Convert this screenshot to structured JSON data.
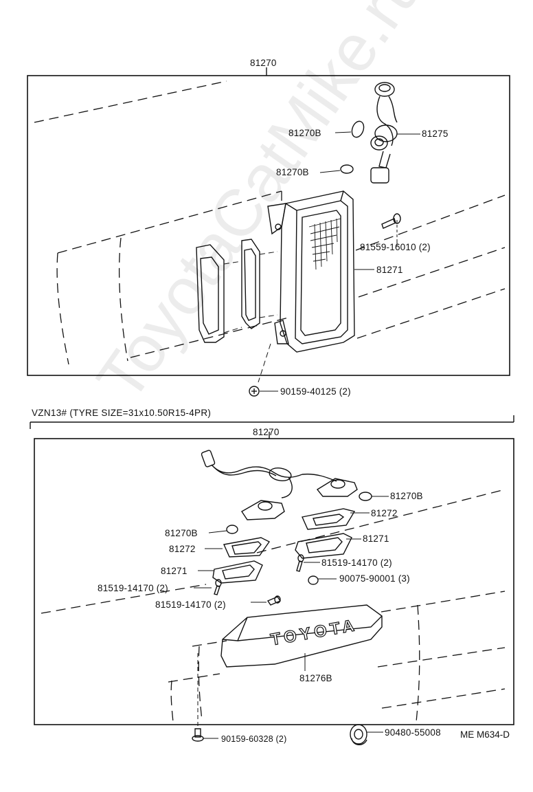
{
  "top_section": {
    "assembly_label": "81270",
    "parts": {
      "bulb_upper": "81270B",
      "bulb_lower": "81270B",
      "socket_cord": "81275",
      "screw": "81559-16010 (2)",
      "lens": "81271",
      "bottom_screw": "90159-40125 (2)"
    }
  },
  "bottom_section": {
    "title": "VZN13# (TYRE  SIZE=31x10.50R15-4PR)",
    "assembly_label": "81270",
    "parts": {
      "bulb_right": "81270B",
      "lens_gasket_right": "81272",
      "bulb_left": "81270B",
      "gasket_left": "81272",
      "lens_right": "81271",
      "screw_right": "81519-14170 (2)",
      "lens_left": "81271",
      "nut_right": "90075-90001 (3)",
      "screw_left_upper": "81519-14170 (2)",
      "screw_left_lower": "81519-14170 (2)",
      "cover": "81276B",
      "cover_lettering": "TOYOTA",
      "bolt": "90159-60328 (2)",
      "grommet": "90480-55008"
    }
  },
  "reference_code": "ME M634-D",
  "watermark_text": "ToyotaCatMike.ru"
}
